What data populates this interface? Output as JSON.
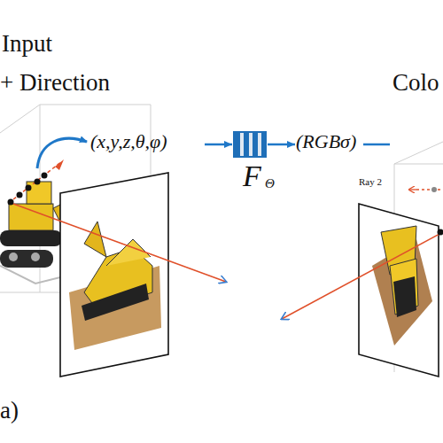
{
  "diagram": {
    "nodes": [
      {
        "text": [
          "(x,y,z,θ,φ)"
        ]
      },
      {
        "text": [
          "F",
          "Θ"
        ]
      },
      {
        "text": [
          "(RGBσ)"
        ]
      }
    ],
    "edges": [
      {
        "from": 0,
        "to": 1,
        "arrow": "to"
      },
      {
        "from": 1,
        "to": 2,
        "arrow": "to"
      }
    ],
    "labels": [
      "Input",
      "+ Direction",
      "Colo",
      "Ray 2",
      "a)"
    ]
  }
}
